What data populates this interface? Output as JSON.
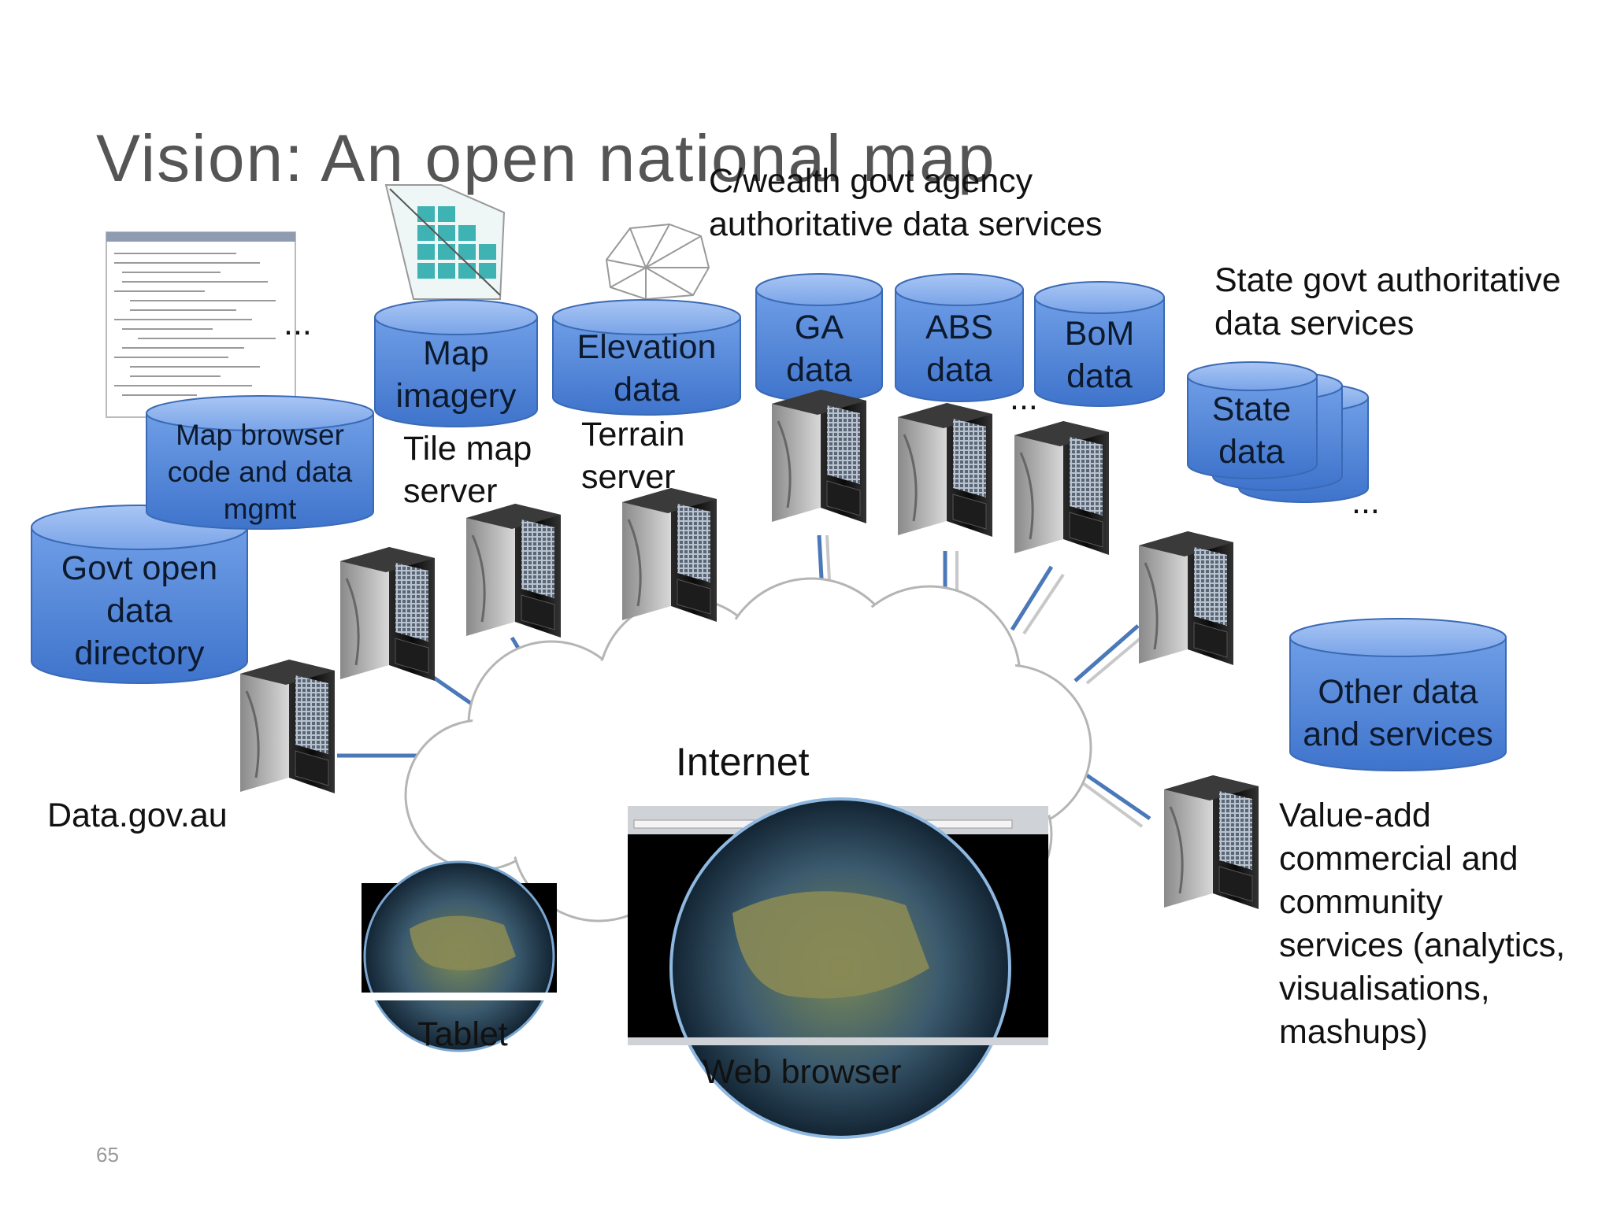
{
  "slide": {
    "title": "Vision: An open national map",
    "page_number": "65"
  },
  "labels": {
    "cwealth": [
      "C/wealth govt agency",
      "authoritative data services"
    ],
    "state_govt": [
      "State govt authoritative",
      "data services"
    ],
    "tile_server": [
      "Tile map",
      "server"
    ],
    "terrain_server": [
      "Terrain",
      "server"
    ],
    "data_gov": "Data.gov.au",
    "internet": "Internet",
    "tablet": "Tablet",
    "web_browser": "Web browser",
    "value_add": [
      "Value-add",
      "commercial and",
      "community",
      "services (analytics,",
      "visualisations,",
      "mashups)"
    ],
    "ellipsis": "..."
  },
  "cylinders": {
    "govt_open_data": [
      "Govt open",
      "data",
      "directory"
    ],
    "map_browser": [
      "Map browser",
      "code and data",
      "mgmt"
    ],
    "map_imagery": [
      "Map",
      "imagery"
    ],
    "elevation": [
      "Elevation",
      "data"
    ],
    "ga": [
      "GA",
      "data"
    ],
    "abs": [
      "ABS",
      "data"
    ],
    "bom": [
      "BoM",
      "data"
    ],
    "state": [
      "State",
      "data"
    ],
    "other": [
      "Other data",
      "and services"
    ]
  },
  "colors": {
    "cylinder_top": "#8fb4f0",
    "cylinder_body": "#4f86dc",
    "connector": "#4a78b8",
    "server_dark": "#141414"
  },
  "icons": [
    "server-icon",
    "code-screenshot-icon",
    "tile-grid-icon",
    "terrain-mesh-icon",
    "globe-icon"
  ]
}
